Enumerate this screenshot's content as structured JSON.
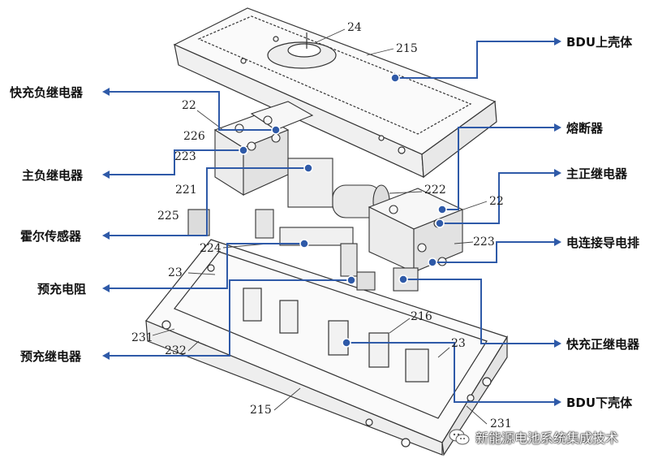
{
  "labels": {
    "bdu_upper": "BDU上壳体",
    "fast_neg_relay": "快充负继电器",
    "fuse": "熔断器",
    "main_neg_relay": "主负继电器",
    "main_pos_relay": "主正继电器",
    "hall_sensor": "霍尔传感器",
    "busbar": "电连接导电排",
    "precharge_res": "预充电阻",
    "fast_pos_relay": "快充正继电器",
    "precharge_relay": "预充继电器",
    "bdu_lower": "BDU下壳体"
  },
  "part_numbers": {
    "n24": "24",
    "n215a": "215",
    "n22a": "22",
    "n226": "226",
    "n223a": "223",
    "n221": "221",
    "n225": "225",
    "n222": "222",
    "n22b": "22",
    "n223b": "223",
    "n224": "224",
    "n23a": "23",
    "n216": "216",
    "n231a": "231",
    "n232": "232",
    "n23b": "23",
    "n215b": "215",
    "n231b": "231"
  },
  "watermark": {
    "text": "新能源电池系统集成技术"
  },
  "colors": {
    "callout": "#2f5aa8",
    "line_art": "#333333"
  }
}
